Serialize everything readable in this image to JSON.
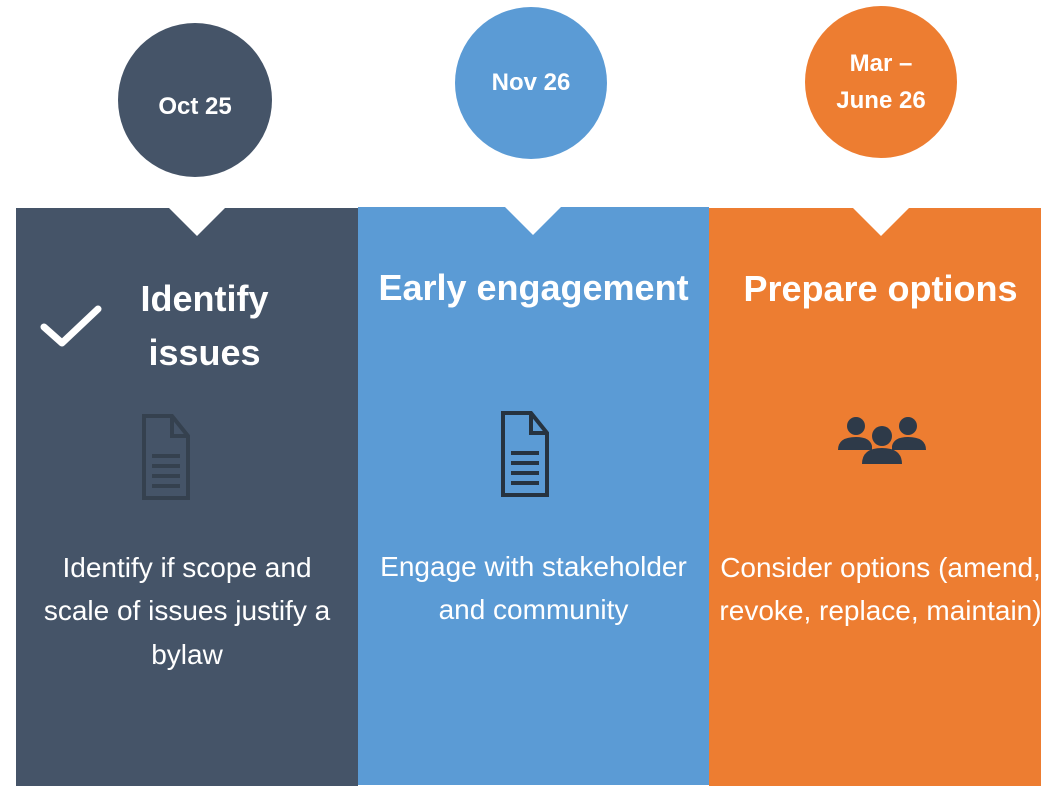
{
  "steps": [
    {
      "date": "Oct 25",
      "heading": "Identify issues",
      "body": "Identify if scope and scale of issues justify a bylaw",
      "icon": "document-icon",
      "completed": true,
      "color": "#455468"
    },
    {
      "date": "Nov 26",
      "heading": "Early engagement",
      "body": "Engage with stakeholder and community",
      "icon": "document-icon",
      "completed": false,
      "color": "#5b9bd5"
    },
    {
      "date_line1": "Mar –",
      "date_line2": "June 26",
      "heading": "Prepare options",
      "body": "Consider options (amend, revoke, replace, maintain)",
      "icon": "people-group-icon",
      "completed": false,
      "color": "#ed7d31"
    }
  ]
}
